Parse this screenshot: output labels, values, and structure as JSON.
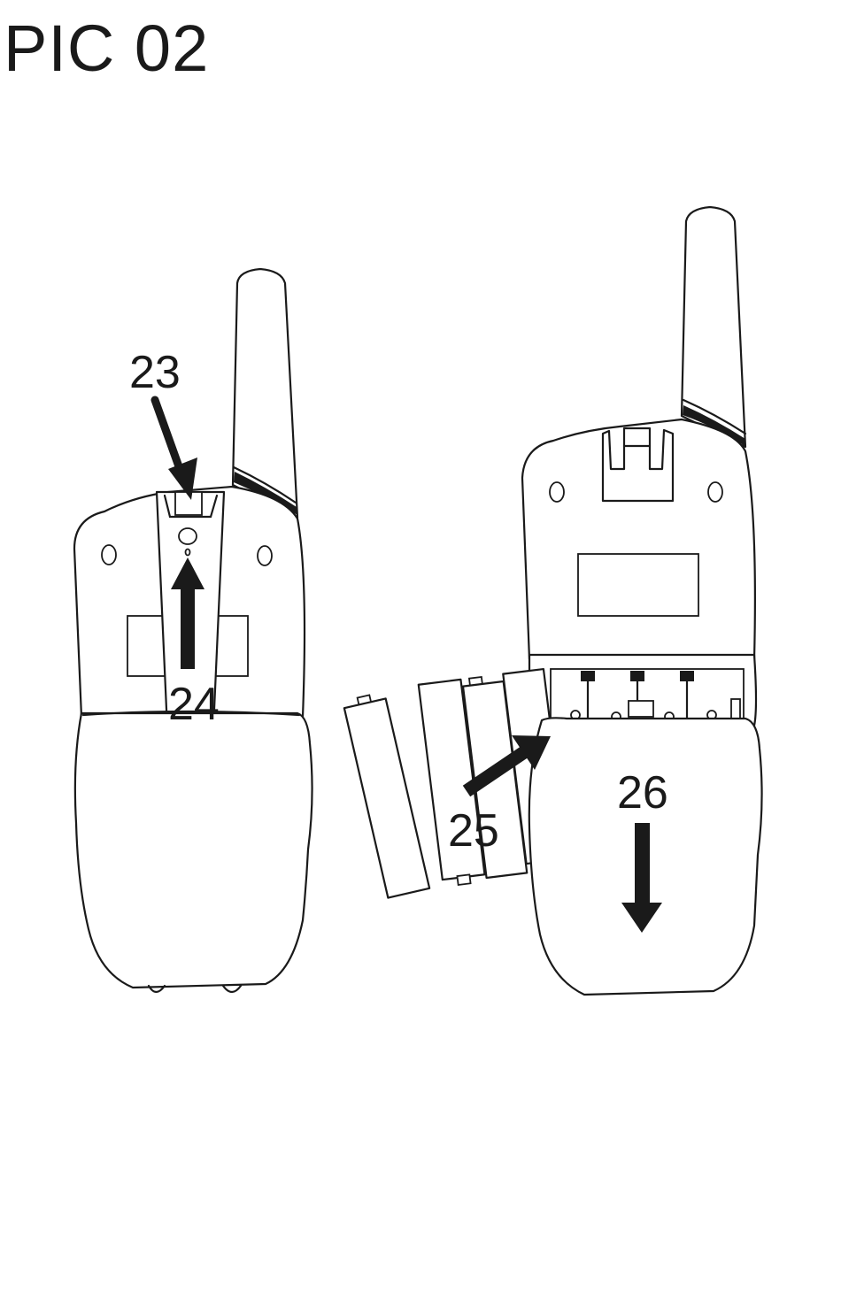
{
  "header": {
    "title": "PIC 02"
  },
  "callouts": {
    "c23": "23",
    "c24": "24",
    "c25": "25",
    "c26": "26"
  },
  "colors": {
    "ink": "#1a1a1a",
    "background": "#ffffff"
  }
}
